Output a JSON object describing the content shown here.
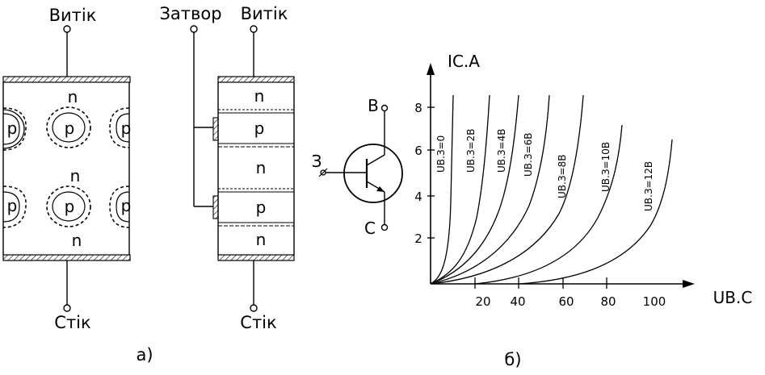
{
  "figure_a": {
    "left": {
      "top_label": "Витік",
      "bottom_label": "Стік",
      "n_labels": [
        "n",
        "n",
        "n"
      ],
      "p_labels": [
        "p",
        "p",
        "p",
        "p",
        "p",
        "p"
      ]
    },
    "right": {
      "gate_label": "Затвор",
      "top_label": "Витік",
      "bottom_label": "Стік",
      "layers": [
        "n",
        "p",
        "n",
        "p",
        "n"
      ]
    },
    "caption": "а)"
  },
  "symbol": {
    "source_label": "В",
    "gate_label": "З",
    "drain_label": "С"
  },
  "chart_data": {
    "type": "line",
    "ylabel": "IC.A",
    "xlabel": "UВ.С",
    "y_ticks": [
      "2",
      "4",
      "6",
      "8"
    ],
    "x_ticks": [
      "20",
      "40",
      "60",
      "80",
      "100"
    ],
    "series_labels": [
      "UВ.З=0",
      "UВ.З=2В",
      "UВ.З=4В",
      "UВ.З=6В",
      "UВ.З=8В",
      "UВ.З=10В",
      "UВ.З=12В"
    ],
    "caption": "б)"
  }
}
